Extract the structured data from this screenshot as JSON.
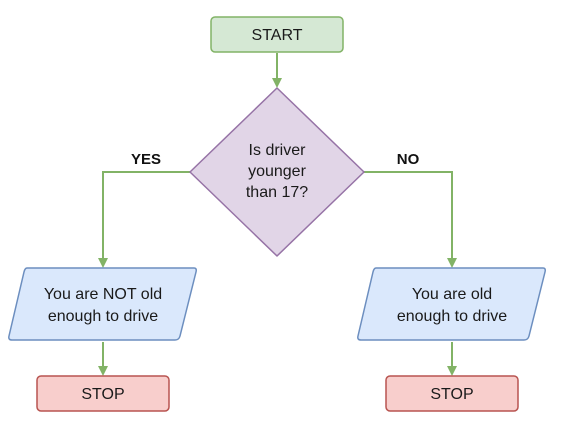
{
  "colors": {
    "start_fill": "#d5e8d4",
    "start_stroke": "#82b366",
    "decision_fill": "#e1d5e7",
    "decision_stroke": "#9673a6",
    "io_fill": "#dae8fc",
    "io_stroke": "#6c8ebf",
    "stop_fill": "#f8cecc",
    "stop_stroke": "#b85450",
    "connector": "#82b366"
  },
  "nodes": {
    "start": {
      "label": "START"
    },
    "decision": {
      "lines": [
        "Is driver",
        "younger",
        "than 17?"
      ]
    },
    "not_old": {
      "lines": [
        "You are NOT old",
        "enough to drive"
      ]
    },
    "old": {
      "lines": [
        "You are old",
        "enough to drive"
      ]
    },
    "stop_left": {
      "label": "STOP"
    },
    "stop_right": {
      "label": "STOP"
    }
  },
  "edges": {
    "yes_label": "YES",
    "no_label": "NO"
  }
}
